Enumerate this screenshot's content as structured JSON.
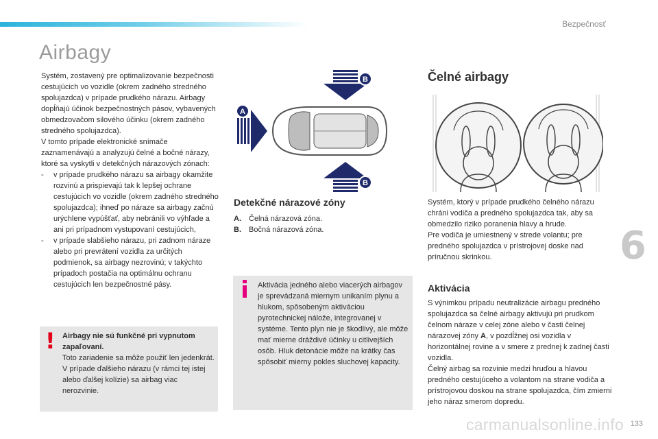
{
  "header": {
    "section": "Bezpečnosť"
  },
  "page": {
    "title": "Airbagy",
    "chapter": "6",
    "number": "133"
  },
  "intro": {
    "paragraphs": [
      "Systém, zostavený pre optimalizovanie bezpečnosti cestujúcich vo vozidle (okrem zadného stredného spolujazdca) v prípade prudkého nárazu. Airbagy dopĺňajú účinok bezpečnostných pásov, vybavených obmedzovačom silového účinku (okrem zadného stredného spolujazdca).",
      "V tomto prípade elektronické snímače zaznamenávajú a analyzujú čelné a bočné nárazy, ktoré sa vyskytli v detekčných nárazových zónach:"
    ],
    "bullets": [
      "v prípade prudkého nárazu sa airbagy okamžite rozvinú a prispievajú tak k lepšej ochrane cestujúcich vo vozidle (okrem zadného stredného spolujazdca); ihneď po náraze sa airbagy začnú urýchlene vypúšťať, aby nebránili vo výhľade a ani pri prípadnom vystupovaní cestujúcich,",
      "v prípade slabšieho nárazu, pri zadnom náraze alebo pri prevrátení vozidla za určitých podmienok, sa airbagy nezrovinú; v takýchto prípadoch postačia na optimálnu ochranu cestujúcich len bezpečnostné pásy."
    ],
    "dash": "-"
  },
  "warning": {
    "icon": "!",
    "title": "Airbagy nie sú funkčné pri vypnutom zapaľovaní.",
    "text": "Toto zariadenie sa môže použiť len jedenkrát. V prípade ďalšieho nárazu (v rámci tej istej alebo ďalšej kolízie) sa airbag viac nerozvinie."
  },
  "diagram": {
    "label_a": "A",
    "label_b": "B",
    "label_b2": "B"
  },
  "zones": {
    "heading": "Detekčné nárazové zóny",
    "items": [
      {
        "key": "A.",
        "text": "Čelná nárazová zóna."
      },
      {
        "key": "B.",
        "text": "Bočná nárazová zóna."
      }
    ]
  },
  "info": {
    "text": "Aktivácia jedného alebo viacerých airbagov je sprevádzaná miernym unikaním plynu a hlukom, spôsobeným aktiváciou pyrotechnickej nálože, integrovanej v systéme. Tento plyn nie je škodlivý, ale môže mať mierne dráždivé účinky u citlivejších osôb. Hluk detonácie môže na krátky čas spôsobiť mierny pokles sluchovej kapacity."
  },
  "front": {
    "heading": "Čelné airbagy",
    "paragraphs": [
      "Systém, ktorý v prípade prudkého čelného nárazu chráni vodiča a predného spolujazdca tak, aby sa obmedzilo riziko poranenia hlavy a hrude.",
      "Pre vodiča je umiestnený v strede volantu; pre predného spolujazdca v prístrojovej doske nad príručnou skrinkou."
    ]
  },
  "activation": {
    "heading": "Aktivácia",
    "text_before": "S výnimkou prípadu neutralizácie airbagu predného spolujazdca sa čelné airbagy aktivujú pri prudkom čelnom náraze v celej zóne alebo v časti čelnej nárazovej zóny ",
    "zone_letter": "A",
    "text_after": ", v pozdĺžnej osi vozidla v horizontálnej rovine a v smere z prednej k zadnej časti vozidla.",
    "text2": "Čelný airbag sa rozvinie medzi hruďou a hlavou predného cestujúceho a volantom na strane vodiča a prístrojovou doskou na strane spolujazdca, čím zmierni jeho náraz smerom dopredu."
  },
  "watermark": "carmanualsonline.info",
  "colors": {
    "accent": "#2bb3dc",
    "warning": "#e2001a",
    "info": "#e6007e",
    "box": "#e6e6e6",
    "arrow": "#1f2a6b"
  }
}
